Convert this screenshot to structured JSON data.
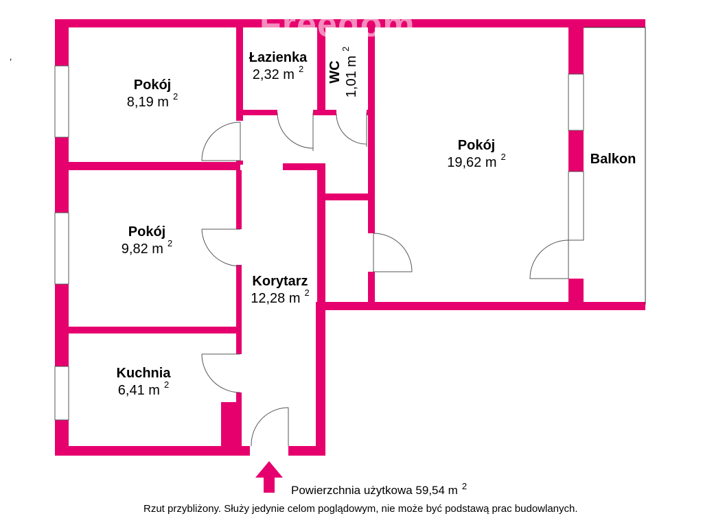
{
  "watermark": "Freedom",
  "tick_mark": "‚",
  "rooms": {
    "pokoj_top_left": {
      "name": "Pokój",
      "area": "8,19 m",
      "unit_sup": "2"
    },
    "lazienka": {
      "name": "Łazienka",
      "area": "2,32 m",
      "unit_sup": "2"
    },
    "wc": {
      "name": "WC",
      "area": "1,01 m",
      "unit_sup": "2"
    },
    "pokoj_large": {
      "name": "Pokój",
      "area": "19,62 m",
      "unit_sup": "2"
    },
    "balkon": {
      "name": "Balkon"
    },
    "pokoj_middle": {
      "name": "Pokój",
      "area": "9,82 m",
      "unit_sup": "2"
    },
    "korytarz": {
      "name": "Korytarz",
      "area": "12,28 m",
      "unit_sup": "2"
    },
    "kuchnia": {
      "name": "Kuchnia",
      "area": "6,41 m",
      "unit_sup": "2"
    }
  },
  "footer": {
    "total_area": "Powierzchnia użytkowa 59,54 m",
    "total_area_sup": "2",
    "disclaimer": "Rzut przybliżony. Służy jedynie celom poglądowym, nie może być podstawą prac budowlanych."
  },
  "colors": {
    "wall": "#e6006e",
    "line": "#555555",
    "background": "#ffffff"
  },
  "icons": {
    "entrance": "entrance-arrow-icon"
  }
}
